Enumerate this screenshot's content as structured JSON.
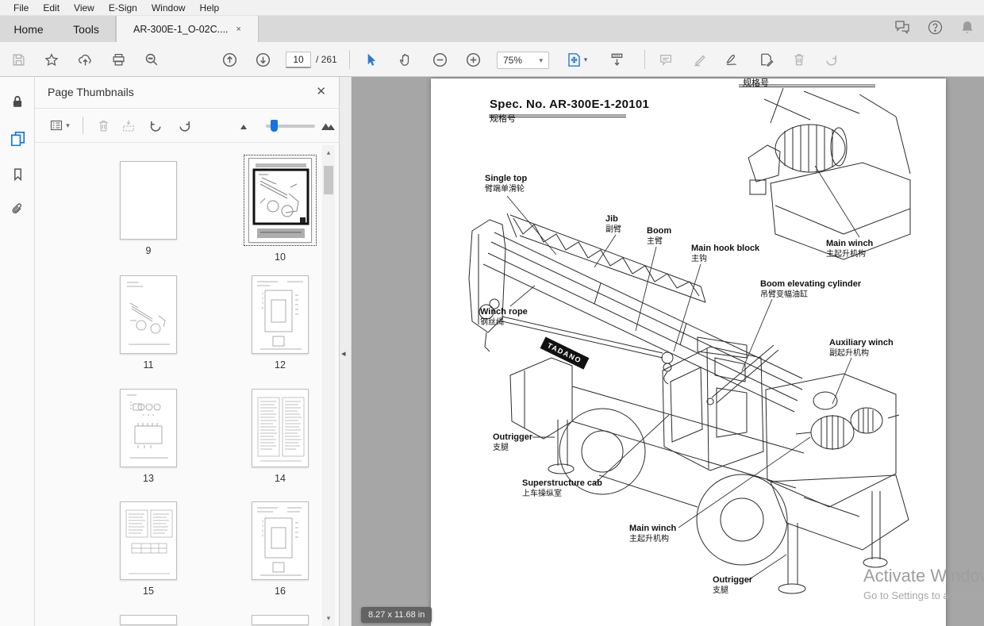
{
  "menu_bar": {
    "items": [
      "File",
      "Edit",
      "View",
      "E-Sign",
      "Window",
      "Help"
    ]
  },
  "tab_bar": {
    "tabs": [
      {
        "label": "Home"
      },
      {
        "label": "Tools"
      }
    ],
    "document_tab": {
      "label": "AR-300E-1_O-02C....",
      "close": "×"
    }
  },
  "toolbar": {
    "page_current": "10",
    "page_total_label": "/ 261",
    "zoom_level": "75%"
  },
  "thumbnails_panel": {
    "title": "Page Thumbnails",
    "close": "✕",
    "pages": [
      {
        "number": "9"
      },
      {
        "number": "10"
      },
      {
        "number": "11"
      },
      {
        "number": "12"
      },
      {
        "number": "13"
      },
      {
        "number": "14"
      },
      {
        "number": "15"
      },
      {
        "number": "16"
      }
    ]
  },
  "document": {
    "spec_no": "Spec. No. AR-300E-1-20101",
    "spec_no_cn": "规格号",
    "corner_label_cn": "规格号",
    "logo": "TADANO",
    "labels": [
      {
        "en": "Single top",
        "cn": "臂端单滑轮"
      },
      {
        "en": "Jib",
        "cn": "副臂"
      },
      {
        "en": "Boom",
        "cn": "主臂"
      },
      {
        "en": "Main hook block",
        "cn": "主钩"
      },
      {
        "en": "Boom elevating cylinder",
        "cn": "吊臂变幅油缸"
      },
      {
        "en": "Auxiliary winch",
        "cn": "副起升机构"
      },
      {
        "en": "Winch rope",
        "cn": "钢丝绳"
      },
      {
        "en": "Outrigger",
        "cn": "支腿"
      },
      {
        "en": "Superstructure cab",
        "cn": "上车操纵室"
      },
      {
        "en": "Main winch",
        "cn": "主起升机构"
      },
      {
        "en": "Outrigger",
        "cn": "支腿"
      },
      {
        "en": "Main winch",
        "cn": "主起升机构"
      }
    ],
    "size_tooltip": "8.27 x 11.68 in"
  },
  "watermark": {
    "line1": "Activate Windows",
    "line2": "Go to Settings to activate"
  }
}
